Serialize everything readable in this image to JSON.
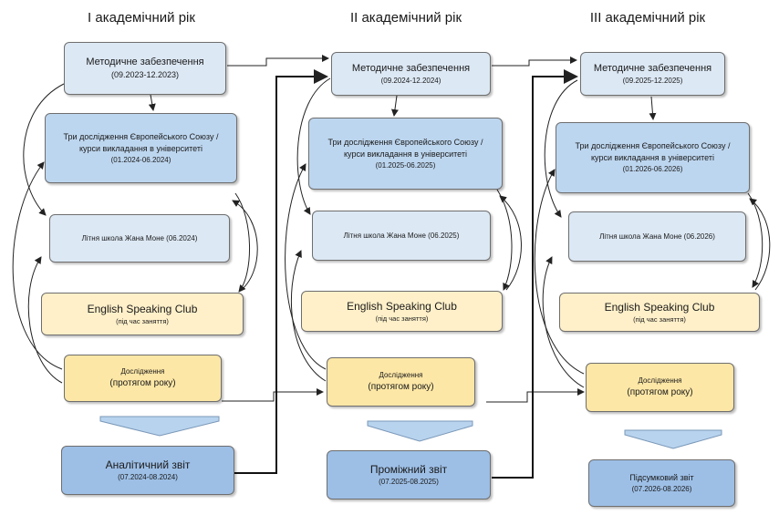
{
  "columns": [
    {
      "title": "I академічний рік",
      "methodical": {
        "label": "Методичне забезпечення",
        "dates": "(09.2023-12.2023)"
      },
      "eu_courses": {
        "line1": "Три дослідження Європейського Союзу /",
        "line2": "курси викладання в університеті",
        "dates": "(01.2024-06.2024)"
      },
      "summer_school": {
        "label": "Літня школа Жана Моне (06.2024)"
      },
      "club": {
        "label": "English Speaking Club",
        "note": "(під час заняття)"
      },
      "research": {
        "label": "Дослідження",
        "note": "(протягом року)"
      },
      "report": {
        "label": "Аналітичний звіт",
        "dates": "(07.2024-08.2024)"
      }
    },
    {
      "title": "II академічний рік",
      "methodical": {
        "label": "Методичне забезпечення",
        "dates": "(09.2024-12.2024)"
      },
      "eu_courses": {
        "line1": "Три дослідження Європейського Союзу /",
        "line2": "курси викладання в університеті",
        "dates": "(01.2025-06.2025)"
      },
      "summer_school": {
        "label": "Літня школа Жана Моне (06.2025)"
      },
      "club": {
        "label": "English Speaking Club",
        "note": "(під час заняття)"
      },
      "research": {
        "label": "Дослідження",
        "note": "(протягом року)"
      },
      "report": {
        "label": "Проміжний звіт",
        "dates": "(07.2025-08.2025)"
      }
    },
    {
      "title": "III академічний рік",
      "methodical": {
        "label": "Методичне забезпечення",
        "dates": "(09.2025-12.2025)"
      },
      "eu_courses": {
        "line1": "Три дослідження Європейського Союзу /",
        "line2": "курси викладання в університеті",
        "dates": "(01.2026-06.2026)"
      },
      "summer_school": {
        "label": "Літня школа Жана Моне (06.2026)"
      },
      "club": {
        "label": "English Speaking Club",
        "note": "(під час заняття)"
      },
      "research": {
        "label": "Дослідження",
        "note": "(протягом року)"
      },
      "report": {
        "label": "Підсумковий звіт",
        "dates": "(07.2026-08.2026)"
      }
    }
  ],
  "colors": {
    "light_blue": "#dce8f4",
    "mid_blue": "#bdd6ef",
    "dark_blue": "#9dbfe6",
    "cream": "#fff0c9",
    "gold": "#fde7a6",
    "chevron": "#b8d3ee"
  }
}
